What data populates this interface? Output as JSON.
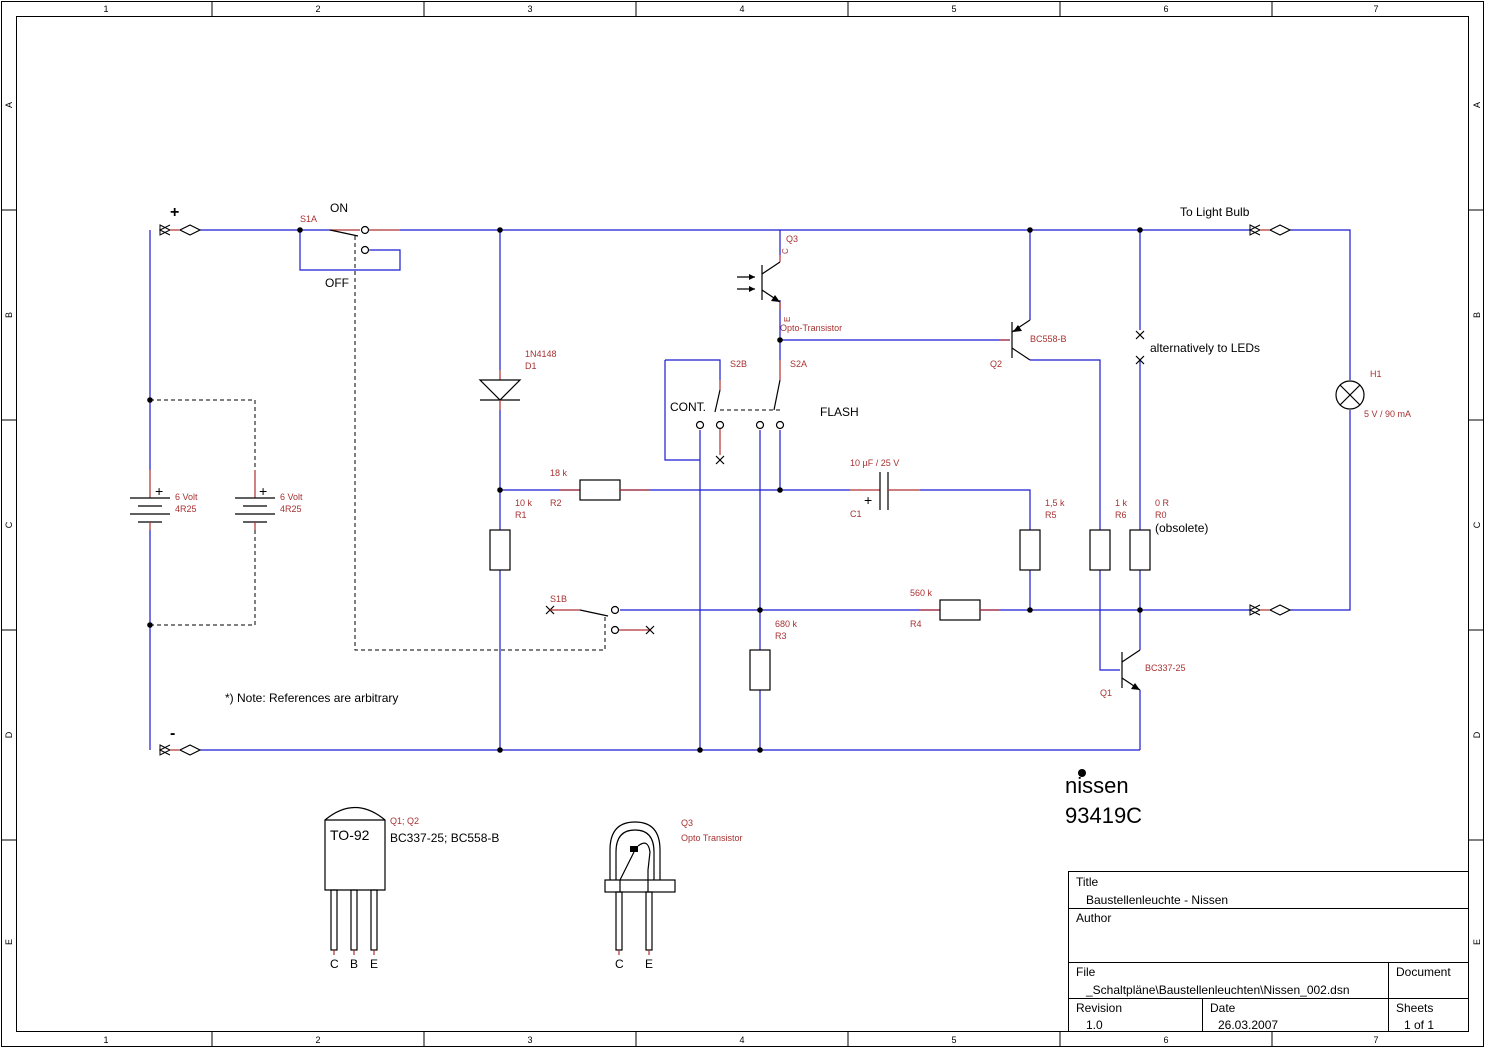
{
  "frame": {
    "columns": [
      "1",
      "2",
      "3",
      "4",
      "5",
      "6",
      "7"
    ],
    "rows": [
      "A",
      "B",
      "C",
      "D",
      "E"
    ]
  },
  "labels": {
    "plus": "+",
    "minus": "-",
    "on": "ON",
    "off": "OFF",
    "s1a": "S1A",
    "s1b": "S1B",
    "s2a": "S2A",
    "s2b": "S2B",
    "cont": "CONT.",
    "flash": "FLASH",
    "q3": "Q3",
    "q3_c": "C",
    "q3_e": "E",
    "opto": "Opto-Transistor",
    "d1_value": "1N4148",
    "d1_ref": "D1",
    "r1_value": "10 k",
    "r1_ref": "R1",
    "r2_value": "18 k",
    "r2_ref": "R2",
    "r3_value": "680 k",
    "r3_ref": "R3",
    "r4_value": "560 k",
    "r4_ref": "R4",
    "r5_value": "1,5 k",
    "r5_ref": "R5",
    "r6_value": "1 k",
    "r6_ref": "R6",
    "r0_value": "0 R",
    "r0_ref": "R0",
    "obsolete": "(obsolete)",
    "c1_value": "10 µF / 25 V",
    "c1_ref": "C1",
    "c1_plus": "+",
    "q2_value": "BC558-B",
    "q2_ref": "Q2",
    "q1_value": "BC337-25",
    "q1_ref": "Q1",
    "h1_ref": "H1",
    "h1_value": "5 V / 90 mA",
    "to_bulb": "To Light Bulb",
    "alt_leds": "alternatively to LEDs",
    "bat1_value": "6 Volt",
    "bat1_type": "4R25",
    "bat2_value": "6 Volt",
    "bat2_type": "4R25",
    "bat_plus": "+",
    "note": "*) Note: References are arbitrary",
    "brand": "nissen",
    "partno": "93419C"
  },
  "packages": {
    "to92_label": "TO-92",
    "to92_ref": "Q1; Q2",
    "to92_parts": "BC337-25; BC558-B",
    "to92_pins": [
      "C",
      "B",
      "E"
    ],
    "opto_ref": "Q3",
    "opto_name": "Opto Transistor",
    "opto_pins": [
      "C",
      "E"
    ]
  },
  "titleblock": {
    "title_label": "Title",
    "title_value": "Baustellenleuchte - Nissen",
    "author_label": "Author",
    "author_value": "",
    "file_label": "File",
    "file_value": "_Schaltpläne\\Baustellenleuchten\\Nissen_002.dsn",
    "document_label": "Document",
    "document_value": "",
    "revision_label": "Revision",
    "revision_value": "1.0",
    "date_label": "Date",
    "date_value": "26.03.2007",
    "sheets_label": "Sheets",
    "sheets_value": "1 of 1"
  }
}
